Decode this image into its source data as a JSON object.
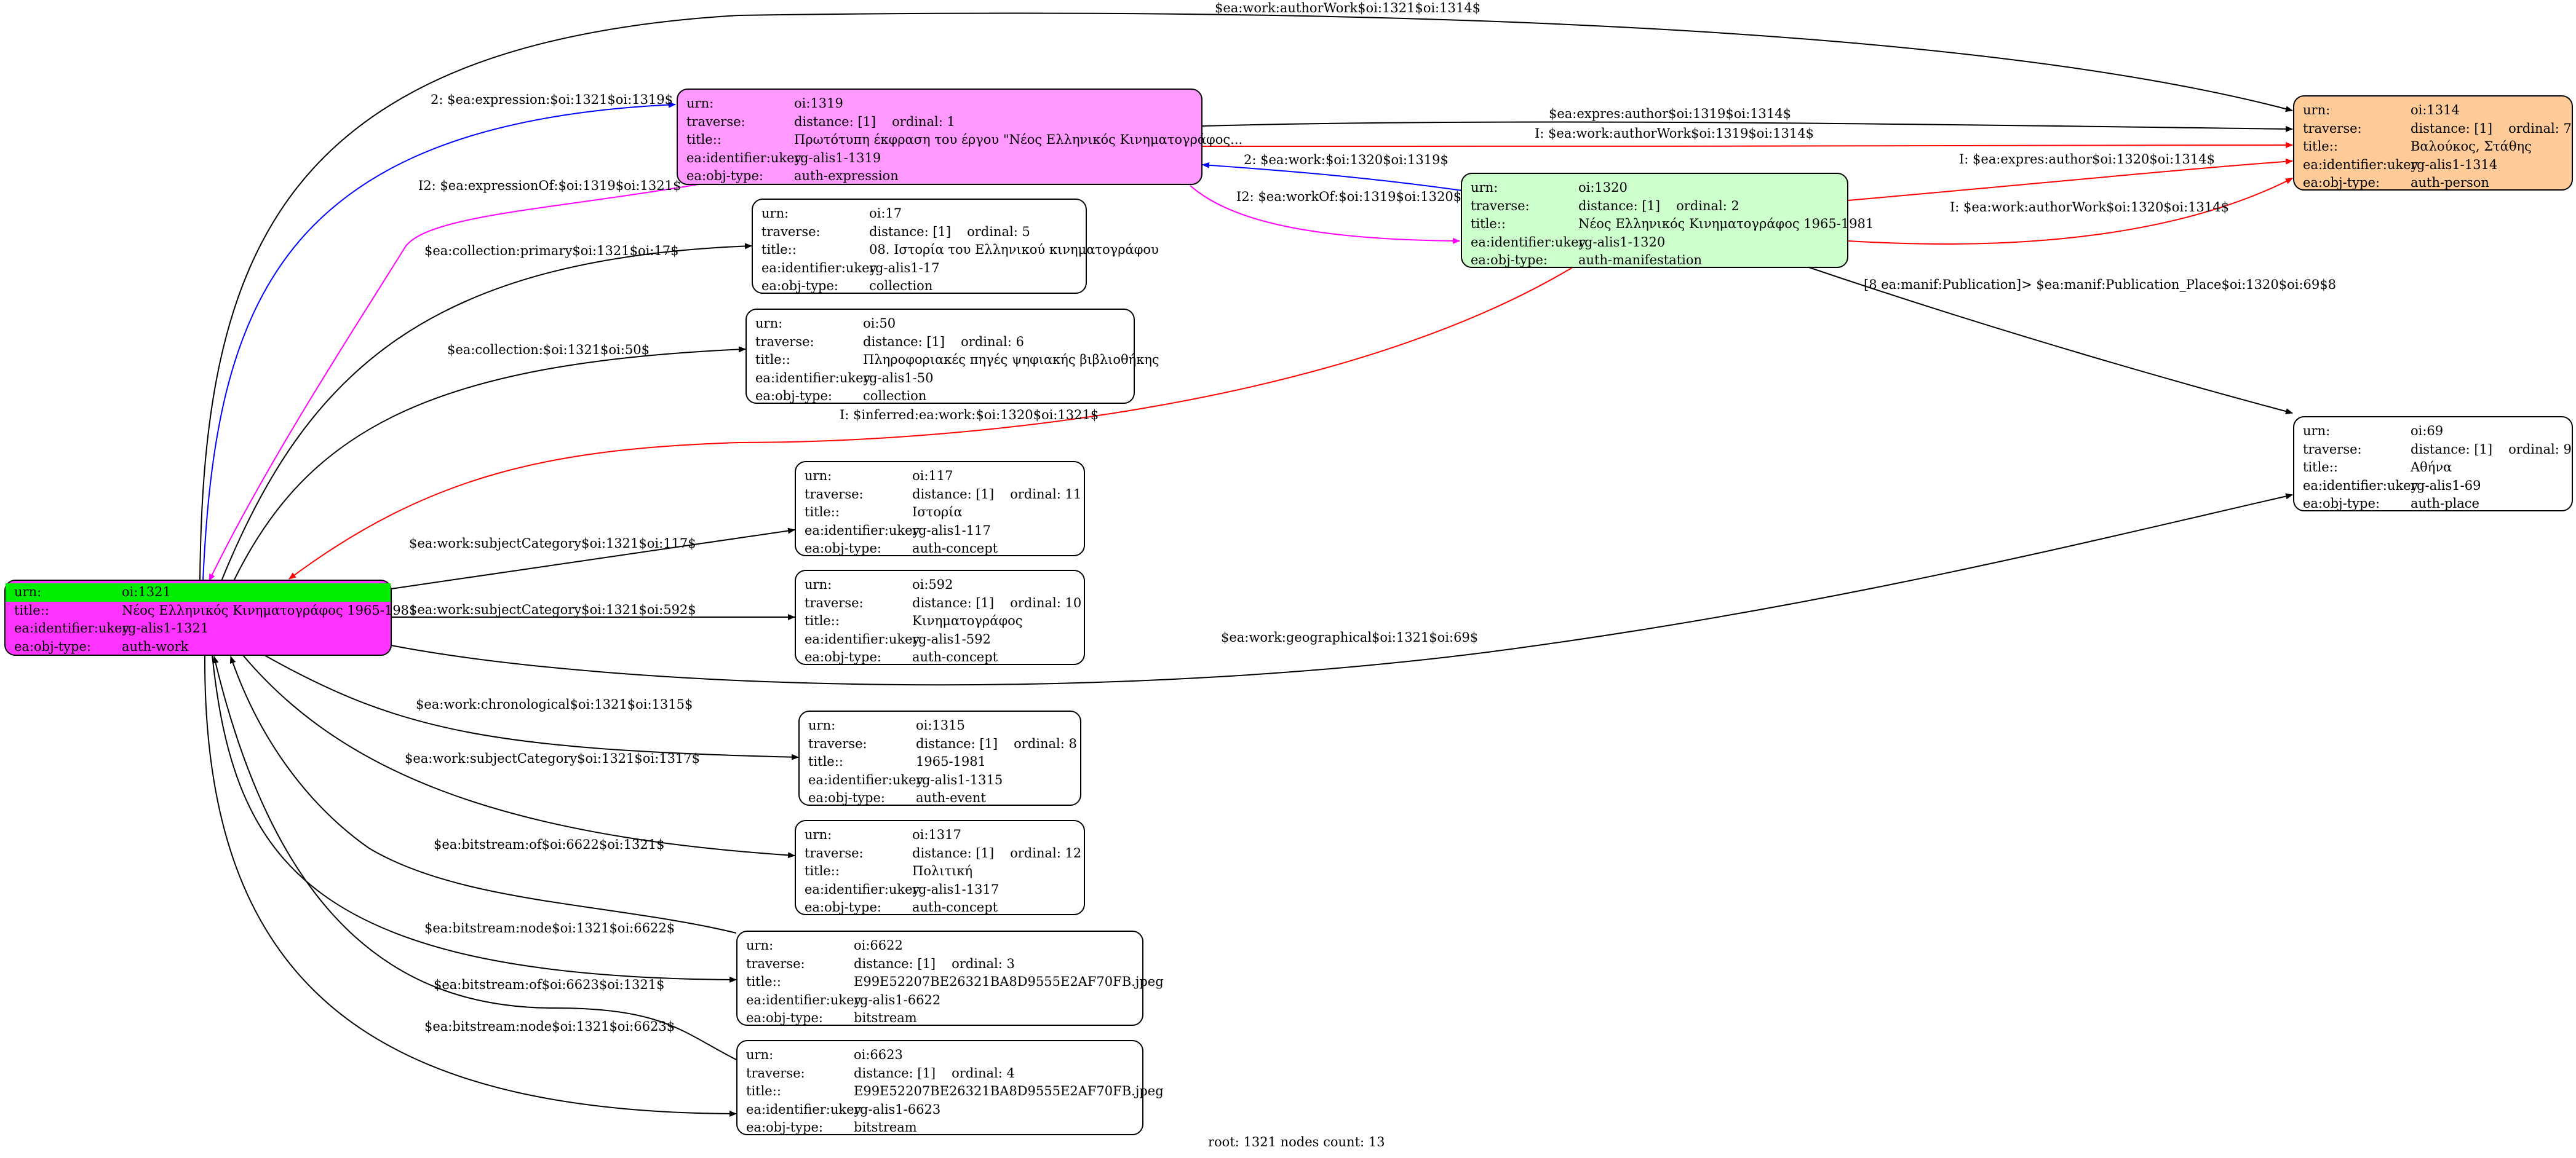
{
  "nodes": [
    {
      "id": "n1321",
      "root": true,
      "color": "#ff33ff",
      "rows": [
        {
          "k": "urn:",
          "v": "oi:1321"
        },
        {
          "k": "title::",
          "v": "Νέος Ελληνικός Κινηματογράφος 1965-1981"
        },
        {
          "k": "ea:identifier:ukey",
          "v": "rg-alis1-1321"
        },
        {
          "k": "ea:obj-type:",
          "v": "auth-work"
        }
      ]
    },
    {
      "id": "n1319",
      "color": "#ff99ff",
      "rows": [
        {
          "k": "urn:",
          "v": "oi:1319"
        },
        {
          "k": "traverse:",
          "v": "distance: [1]",
          "v2": "ordinal: 1"
        },
        {
          "k": "title::",
          "v": "Πρωτότυπη έκφραση του έργου \"Νέος Ελληνικός Κινηματογράφος..."
        },
        {
          "k": "ea:identifier:ukey",
          "v": "rg-alis1-1319"
        },
        {
          "k": "ea:obj-type:",
          "v": "auth-expression"
        }
      ]
    },
    {
      "id": "n1320",
      "color": "#ccffcc",
      "rows": [
        {
          "k": "urn:",
          "v": "oi:1320"
        },
        {
          "k": "traverse:",
          "v": "distance: [1]",
          "v2": "ordinal: 2"
        },
        {
          "k": "title::",
          "v": "Νέος Ελληνικός Κινηματογράφος 1965-1981"
        },
        {
          "k": "ea:identifier:ukey",
          "v": "rg-alis1-1320"
        },
        {
          "k": "ea:obj-type:",
          "v": "auth-manifestation"
        }
      ]
    },
    {
      "id": "n1314",
      "color": "#ffcc99",
      "rows": [
        {
          "k": "urn:",
          "v": "oi:1314"
        },
        {
          "k": "traverse:",
          "v": "distance: [1]",
          "v2": "ordinal: 7"
        },
        {
          "k": "title::",
          "v": "Βαλούκος, Στάθης"
        },
        {
          "k": "ea:identifier:ukey",
          "v": "rg-alis1-1314"
        },
        {
          "k": "ea:obj-type:",
          "v": "auth-person"
        }
      ]
    },
    {
      "id": "n17",
      "color": "#ffffff",
      "rows": [
        {
          "k": "urn:",
          "v": "oi:17"
        },
        {
          "k": "traverse:",
          "v": "distance: [1]",
          "v2": "ordinal: 5"
        },
        {
          "k": "title::",
          "v": "08. Ιστορία του Ελληνικού κινηματογράφου"
        },
        {
          "k": "ea:identifier:ukey",
          "v": "rg-alis1-17"
        },
        {
          "k": "ea:obj-type:",
          "v": "collection"
        }
      ]
    },
    {
      "id": "n50",
      "color": "#ffffff",
      "rows": [
        {
          "k": "urn:",
          "v": "oi:50"
        },
        {
          "k": "traverse:",
          "v": "distance: [1]",
          "v2": "ordinal: 6"
        },
        {
          "k": "title::",
          "v": "Πληροφοριακές πηγές ψηφιακής βιβλιοθήκης"
        },
        {
          "k": "ea:identifier:ukey",
          "v": "rg-alis1-50"
        },
        {
          "k": "ea:obj-type:",
          "v": "collection"
        }
      ]
    },
    {
      "id": "n69",
      "color": "#ffffff",
      "rows": [
        {
          "k": "urn:",
          "v": "oi:69"
        },
        {
          "k": "traverse:",
          "v": "distance: [1]",
          "v2": "ordinal: 9"
        },
        {
          "k": "title::",
          "v": "Αθήνα"
        },
        {
          "k": "ea:identifier:ukey",
          "v": "rg-alis1-69"
        },
        {
          "k": "ea:obj-type:",
          "v": "auth-place"
        }
      ]
    },
    {
      "id": "n117",
      "color": "#ffffff",
      "rows": [
        {
          "k": "urn:",
          "v": "oi:117"
        },
        {
          "k": "traverse:",
          "v": "distance: [1]",
          "v2": "ordinal: 11"
        },
        {
          "k": "title::",
          "v": "Ιστορία"
        },
        {
          "k": "ea:identifier:ukey",
          "v": "rg-alis1-117"
        },
        {
          "k": "ea:obj-type:",
          "v": "auth-concept"
        }
      ]
    },
    {
      "id": "n592",
      "color": "#ffffff",
      "rows": [
        {
          "k": "urn:",
          "v": "oi:592"
        },
        {
          "k": "traverse:",
          "v": "distance: [1]",
          "v2": "ordinal: 10"
        },
        {
          "k": "title::",
          "v": "Κινηματογράφος"
        },
        {
          "k": "ea:identifier:ukey",
          "v": "rg-alis1-592"
        },
        {
          "k": "ea:obj-type:",
          "v": "auth-concept"
        }
      ]
    },
    {
      "id": "n1315",
      "color": "#ffffff",
      "rows": [
        {
          "k": "urn:",
          "v": "oi:1315"
        },
        {
          "k": "traverse:",
          "v": "distance: [1]",
          "v2": "ordinal: 8"
        },
        {
          "k": "title::",
          "v": "1965-1981"
        },
        {
          "k": "ea:identifier:ukey",
          "v": "rg-alis1-1315"
        },
        {
          "k": "ea:obj-type:",
          "v": "auth-event"
        }
      ]
    },
    {
      "id": "n1317",
      "color": "#ffffff",
      "rows": [
        {
          "k": "urn:",
          "v": "oi:1317"
        },
        {
          "k": "traverse:",
          "v": "distance: [1]",
          "v2": "ordinal: 12"
        },
        {
          "k": "title::",
          "v": "Πολιτική"
        },
        {
          "k": "ea:identifier:ukey",
          "v": "rg-alis1-1317"
        },
        {
          "k": "ea:obj-type:",
          "v": "auth-concept"
        }
      ]
    },
    {
      "id": "n6622",
      "color": "#ffffff",
      "rows": [
        {
          "k": "urn:",
          "v": "oi:6622"
        },
        {
          "k": "traverse:",
          "v": "distance: [1]",
          "v2": "ordinal: 3"
        },
        {
          "k": "title::",
          "v": "E99E52207BE26321BA8D9555E2AF70FB.jpeg"
        },
        {
          "k": "ea:identifier:ukey",
          "v": "rg-alis1-6622"
        },
        {
          "k": "ea:obj-type:",
          "v": "bitstream"
        }
      ]
    },
    {
      "id": "n6623",
      "color": "#ffffff",
      "rows": [
        {
          "k": "urn:",
          "v": "oi:6623"
        },
        {
          "k": "traverse:",
          "v": "distance: [1]",
          "v2": "ordinal: 4"
        },
        {
          "k": "title::",
          "v": "E99E52207BE26321BA8D9555E2AF70FB.jpeg"
        },
        {
          "k": "ea:identifier:ukey",
          "v": "rg-alis1-6623"
        },
        {
          "k": "ea:obj-type:",
          "v": "bitstream"
        }
      ]
    }
  ],
  "edges": [
    {
      "id": "e1",
      "label": "$ea:work:authorWork$oi:1321$oi:1314$",
      "color": "#000000"
    },
    {
      "id": "e2",
      "label": "2: $ea:expression:$oi:1321$oi:1319$",
      "color": "#0000ff"
    },
    {
      "id": "e3",
      "label": "I2: $ea:expressionOf:$oi:1319$oi:1321$",
      "color": "#ff00ff"
    },
    {
      "id": "e4",
      "label": "$ea:expres:author$oi:1319$oi:1314$",
      "color": "#000000"
    },
    {
      "id": "e5",
      "label": "I: $ea:work:authorWork$oi:1319$oi:1314$",
      "color": "#ff0000"
    },
    {
      "id": "e6",
      "label": "2: $ea:work:$oi:1320$oi:1319$",
      "color": "#0000ff"
    },
    {
      "id": "e7",
      "label": "I2: $ea:workOf:$oi:1319$oi:1320$",
      "color": "#ff00ff"
    },
    {
      "id": "e8",
      "label": "I: $ea:expres:author$oi:1320$oi:1314$",
      "color": "#ff0000"
    },
    {
      "id": "e9",
      "label": "I: $ea:work:authorWork$oi:1320$oi:1314$",
      "color": "#ff0000"
    },
    {
      "id": "e10",
      "label": "[8 ea:manif:Publication]> $ea:manif:Publication_Place$oi:1320$oi:69$8",
      "color": "#000000"
    },
    {
      "id": "e11",
      "label": "$ea:collection:primary$oi:1321$oi:17$",
      "color": "#000000"
    },
    {
      "id": "e12",
      "label": "$ea:collection:$oi:1321$oi:50$",
      "color": "#000000"
    },
    {
      "id": "e13",
      "label": "I: $inferred:ea:work:$oi:1320$oi:1321$",
      "color": "#ff0000"
    },
    {
      "id": "e14",
      "label": "$ea:work:subjectCategory$oi:1321$oi:117$",
      "color": "#000000"
    },
    {
      "id": "e15",
      "label": "$ea:work:subjectCategory$oi:1321$oi:592$",
      "color": "#000000"
    },
    {
      "id": "e16",
      "label": "$ea:work:geographical$oi:1321$oi:69$",
      "color": "#000000"
    },
    {
      "id": "e17",
      "label": "$ea:work:chronological$oi:1321$oi:1315$",
      "color": "#000000"
    },
    {
      "id": "e18",
      "label": "$ea:work:subjectCategory$oi:1321$oi:1317$",
      "color": "#000000"
    },
    {
      "id": "e19",
      "label": "$ea:bitstream:of$oi:6622$oi:1321$",
      "color": "#000000"
    },
    {
      "id": "e20",
      "label": "$ea:bitstream:node$oi:1321$oi:6622$",
      "color": "#000000"
    },
    {
      "id": "e21",
      "label": "$ea:bitstream:of$oi:6623$oi:1321$",
      "color": "#000000"
    },
    {
      "id": "e22",
      "label": "$ea:bitstream:node$oi:1321$oi:6623$",
      "color": "#000000"
    }
  ],
  "footer": "root: 1321 nodes count: 13"
}
